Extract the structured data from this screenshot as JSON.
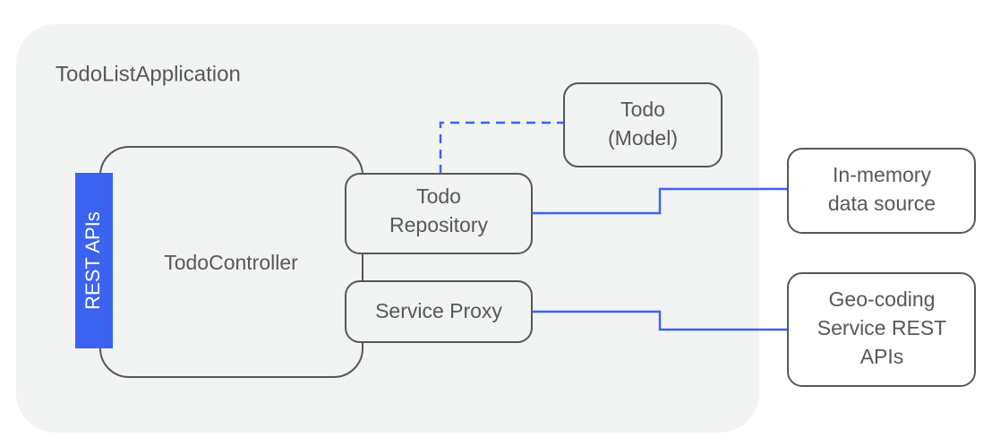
{
  "diagram": {
    "title": "TodoListApplication",
    "colors": {
      "accent": "#3b63f0",
      "node_fill": "#f2f3f3",
      "node_stroke": "#555759",
      "text": "#56585c",
      "page_background": "#ffffff",
      "container_fill": "#f2f3f3"
    },
    "container": {
      "label": "TodoListApplication"
    },
    "accent_badge": {
      "label": "REST APIs",
      "orientation": "vertical-bottom-to-top"
    },
    "nodes": [
      {
        "id": "todo-controller",
        "label": "TodoController",
        "lines": [
          "TodoController"
        ]
      },
      {
        "id": "todo-repository",
        "label": "Todo Repository",
        "lines": [
          "Todo",
          "Repository"
        ]
      },
      {
        "id": "service-proxy",
        "label": "Service Proxy",
        "lines": [
          "Service Proxy"
        ]
      },
      {
        "id": "todo-model",
        "label": "Todo (Model)",
        "lines": [
          "Todo",
          "(Model)"
        ]
      },
      {
        "id": "in-memory-data-source",
        "label": "In-memory data source",
        "lines": [
          "In-memory",
          "data source"
        ]
      },
      {
        "id": "geo-coding-service",
        "label": "Geo-coding Service REST APIs",
        "lines": [
          "Geo-coding",
          "Service REST",
          "APIs"
        ]
      }
    ],
    "connections": [
      {
        "id": "repository-to-model",
        "from": "todo-repository",
        "to": "todo-model",
        "style": "dashed",
        "color": "#3b63f0"
      },
      {
        "id": "repository-to-in-memory",
        "from": "todo-repository",
        "to": "in-memory-data-source",
        "style": "solid",
        "color": "#3b63f0"
      },
      {
        "id": "proxy-to-geo-coding",
        "from": "service-proxy",
        "to": "geo-coding-service",
        "style": "solid",
        "color": "#3b63f0"
      },
      {
        "id": "repository-to-proxy",
        "from": "todo-repository",
        "to": "service-proxy",
        "style": "solid",
        "color": "#555759"
      }
    ]
  }
}
